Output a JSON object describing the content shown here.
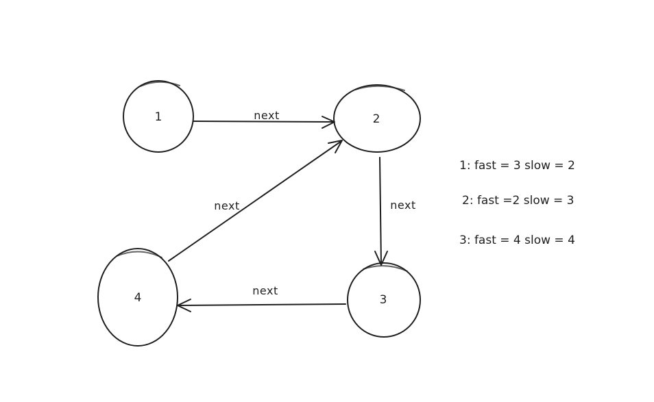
{
  "nodes": [
    {
      "id": "1",
      "label": "1"
    },
    {
      "id": "2",
      "label": "2"
    },
    {
      "id": "3",
      "label": "3"
    },
    {
      "id": "4",
      "label": "4"
    }
  ],
  "edges": [
    {
      "from": "1",
      "to": "2",
      "label": "next"
    },
    {
      "from": "2",
      "to": "3",
      "label": "next"
    },
    {
      "from": "3",
      "to": "4",
      "label": "next"
    },
    {
      "from": "4",
      "to": "2",
      "label": "next"
    }
  ],
  "notes": [
    "1: fast = 3 slow = 2",
    "2: fast =2 slow = 3",
    "3: fast = 4 slow = 4"
  ]
}
